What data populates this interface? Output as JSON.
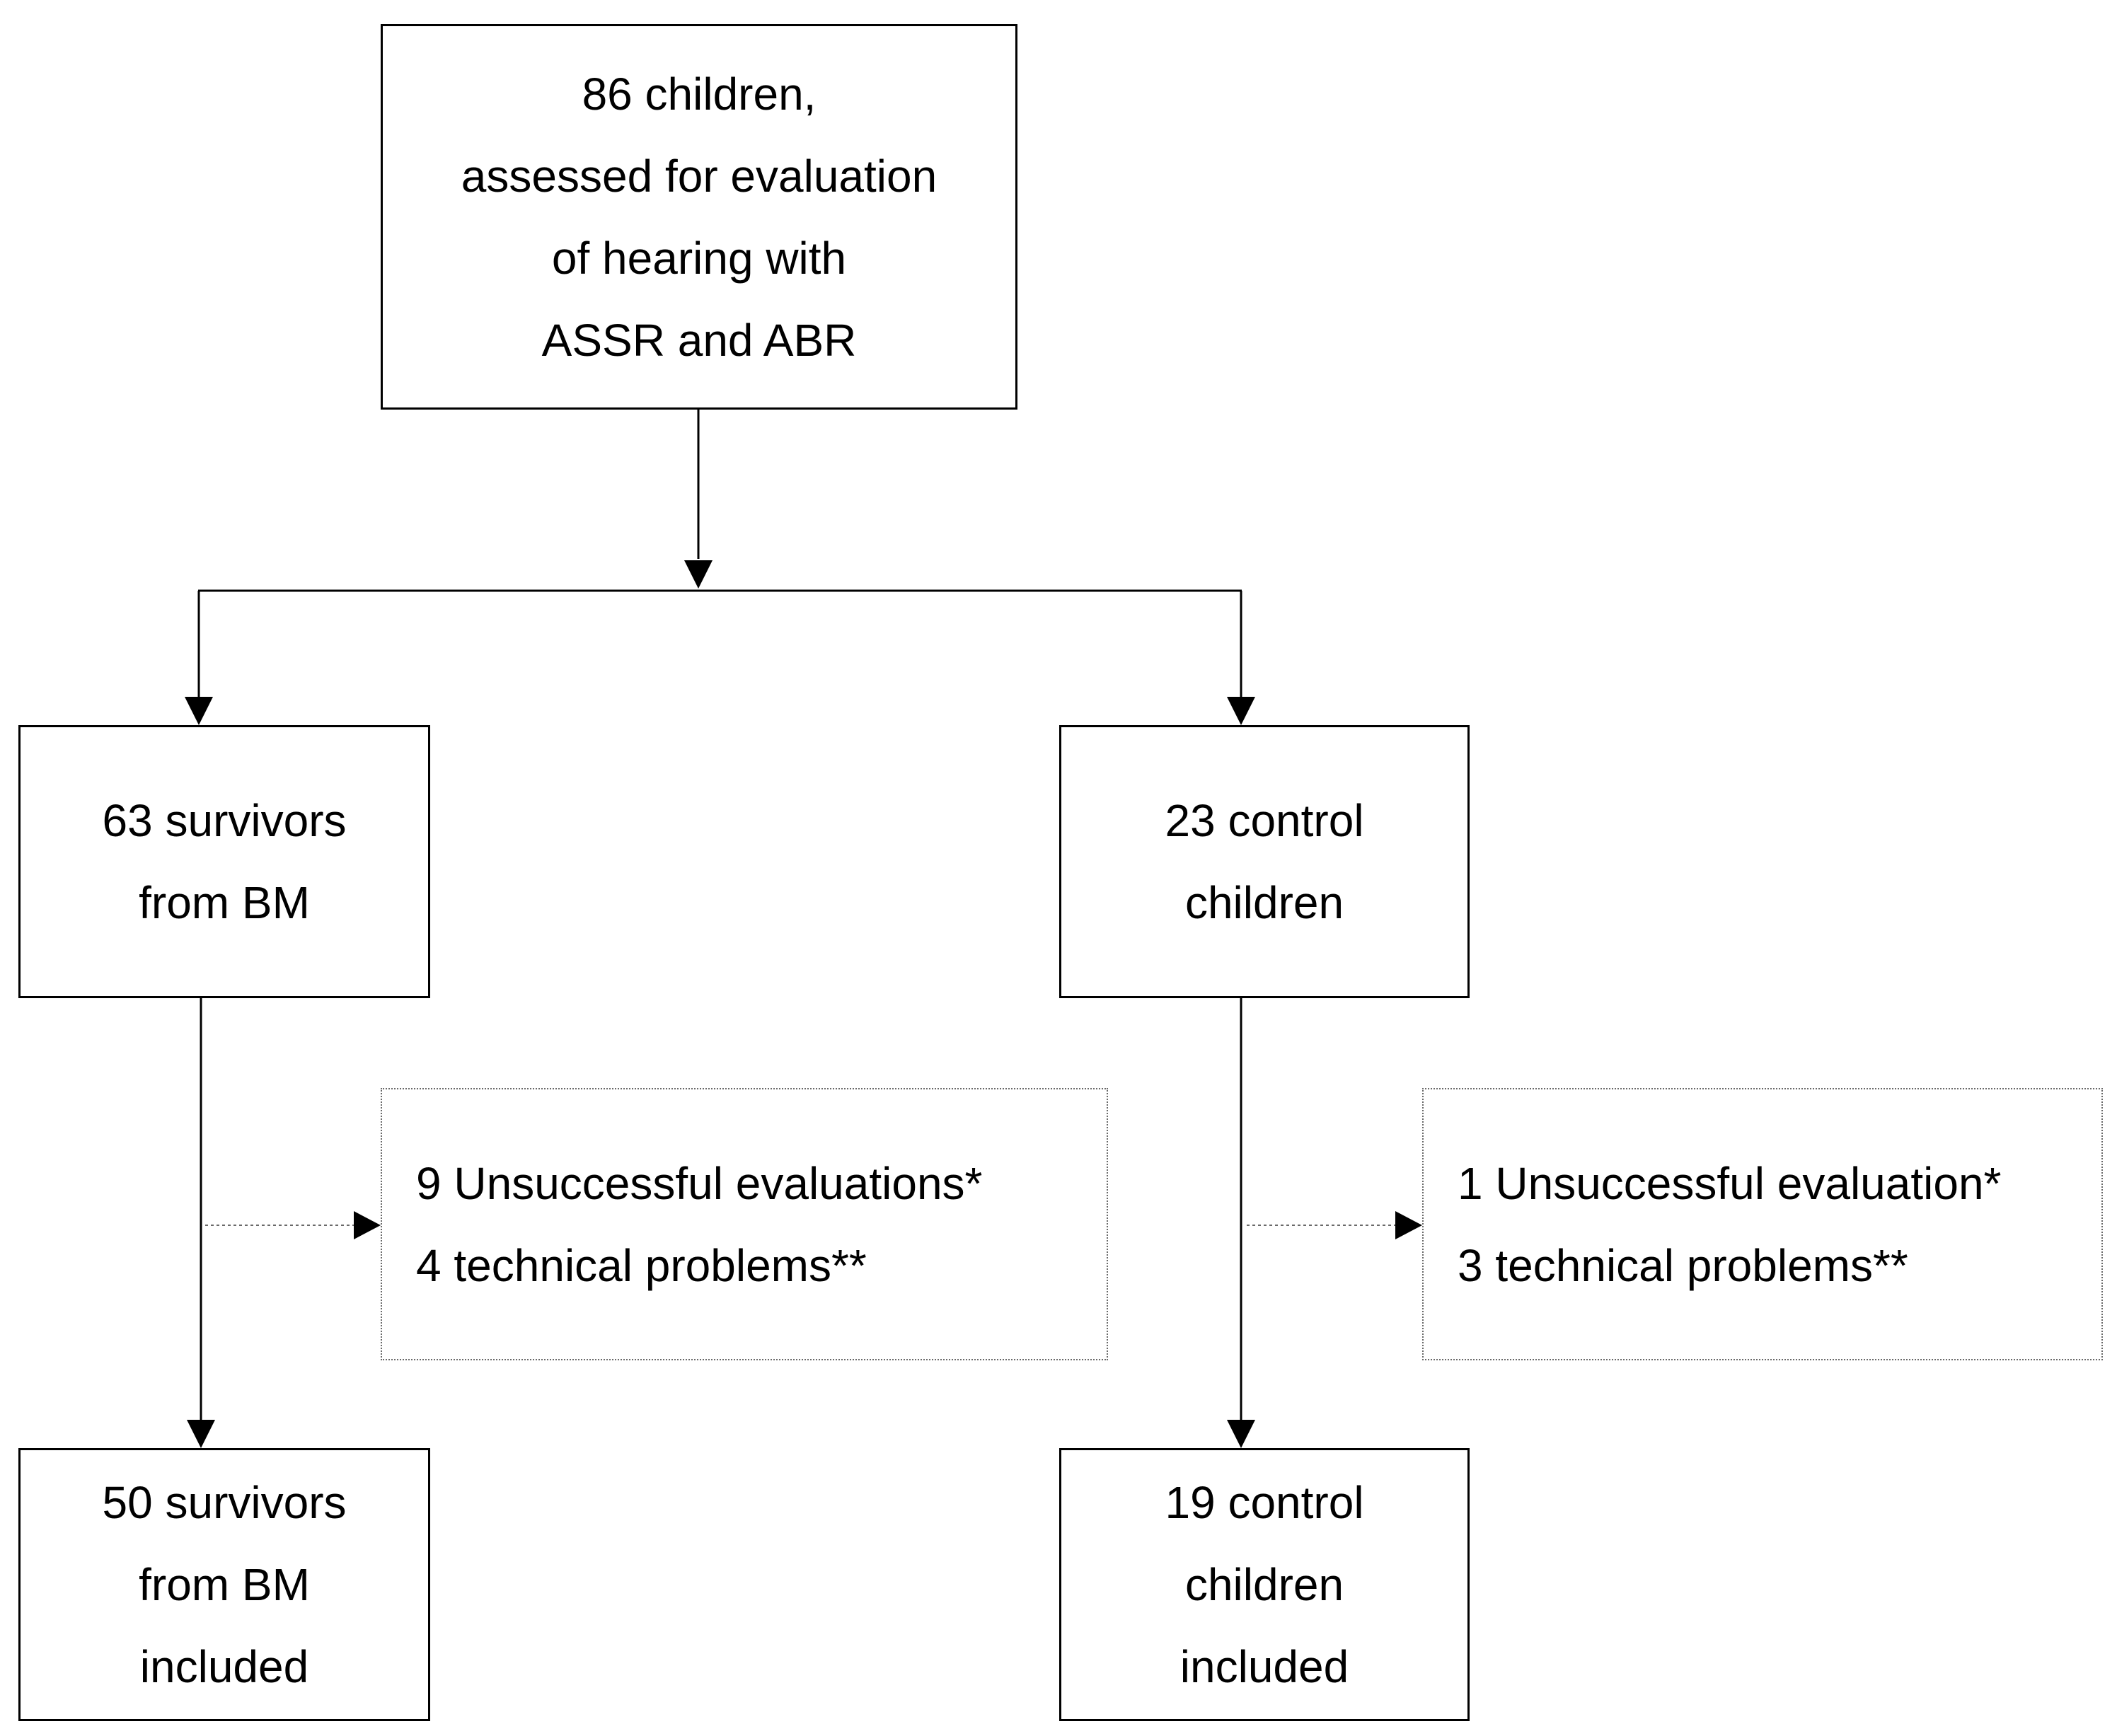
{
  "diagram": {
    "nodes": {
      "start": {
        "lines": [
          "86 children,",
          "assessed for evaluation",
          "of hearing with",
          "ASSR and ABR"
        ]
      },
      "bm": {
        "lines": [
          "63 survivors",
          "from BM"
        ]
      },
      "control": {
        "lines": [
          "23 control",
          "children"
        ]
      },
      "bm_excluded": {
        "lines": [
          "9 Unsuccessful evaluations*",
          "4 technical problems**"
        ]
      },
      "control_excluded": {
        "lines": [
          "1 Unsuccessful evaluation*",
          "3 technical problems**"
        ]
      },
      "bm_included": {
        "lines": [
          "50 survivors",
          "from BM",
          "included"
        ]
      },
      "control_included": {
        "lines": [
          "19 control",
          "children",
          "included"
        ]
      }
    },
    "edges": [
      {
        "from": "start",
        "to": "bm",
        "style": "solid"
      },
      {
        "from": "start",
        "to": "control",
        "style": "solid"
      },
      {
        "from": "bm",
        "to": "bm_included",
        "style": "solid"
      },
      {
        "from": "control",
        "to": "control_included",
        "style": "solid"
      },
      {
        "from": "bm",
        "to": "bm_excluded",
        "style": "dotted"
      },
      {
        "from": "control",
        "to": "control_excluded",
        "style": "dotted"
      }
    ]
  }
}
